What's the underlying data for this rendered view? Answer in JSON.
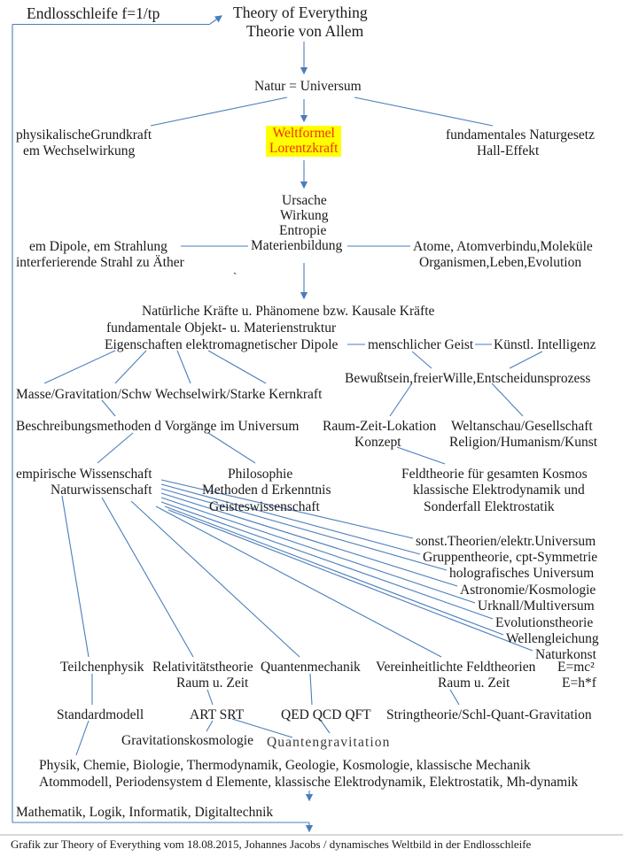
{
  "header": {
    "loop": "Endlosschleife  f=1/tp",
    "title1": "Theory of Everything",
    "title2": "Theorie von Allem"
  },
  "nodes": {
    "natur": "Natur = Universum",
    "grund1": "physikalischeGrundkraft",
    "grund2": "em Wechselwirkung",
    "weltformel1": "Weltformel",
    "weltformel2": "Lorentzkraft",
    "naturgesetz1": "fundamentales Naturgesetz",
    "naturgesetz2": "Hall-Effekt",
    "ursache": "Ursache",
    "wirkung": "Wirkung",
    "entropie": "Entropie",
    "materienbildung": "Materienbildung",
    "dipole1": "em Dipole, em Strahlung",
    "dipole2": "interferierende Strahl zu Äther",
    "atome1": "Atome, Atomverbindu,Moleküle",
    "atome2": "Organismen,Leben,Evolution",
    "stray": "`",
    "kraefte": "Natürliche Kräfte u. Phänomene bzw. Kausale Kräfte",
    "objekt": "fundamentale Objekt- u. Materienstruktur",
    "eigenschaften": "Eigenschaften elektromagnetischer Dipole",
    "geist": "menschlicher Geist",
    "ki": "Künstl. Intelligenz",
    "bewusstsein": "Bewußtsein,freierWille,Entscheidunsprozess",
    "masse": "Masse/Gravitation/Schw Wechselwirk/Starke Kernkraft",
    "beschreibung": "Beschreibungsmethoden d Vorgänge im Universum",
    "raumzeitlokation": "Raum-Zeit-Lokation",
    "weltanschau": "Weltanschau/Gesellschaft",
    "konzept": "Konzept",
    "religion": "Religion/Humanism/Kunst",
    "empirisch": "empirische Wissenschaft",
    "philosophie": "Philosophie",
    "feldtheorie": "Feldtheorie für gesamten Kosmos",
    "naturwissenschaft": "Naturwissenschaft",
    "methoden": "Methoden d Erkenntnis",
    "elektrodynamik": "klassische Elektrodynamik und",
    "geisteswissenschaft": "Geisteswissenschaft",
    "sonderfall": "Sonderfall  Elektrostatik",
    "sonst": "sonst.Theorien/elektr.Universum",
    "gruppen": "Gruppentheorie, cpt-Symmetrie",
    "holo": "holografisches Universum",
    "astro": "Astronomie/Kosmologie",
    "urknall": "Urknall/Multiversum",
    "evolution": "Evolutionstheorie",
    "welle": "Wellengleichung",
    "naturkonst": "Naturkonst",
    "teilchenphysik": "Teilchenphysik",
    "relativitaet": "Relativitätstheorie",
    "quantenmechanik": "Quantenmechanik",
    "feldtheorien": "Vereinheitlichte Feldtheorien",
    "emc2": "E=mc²",
    "raumzeit1": "Raum u. Zeit",
    "raumzeit2": "Raum u. Zeit",
    "ehf": "E=h*f",
    "standardmodell": "Standardmodell",
    "artsrt": "ART SRT",
    "qed": "QED QCD QFT",
    "stringtheorie": "Stringtheorie/Schl-Quant-Gravitation",
    "gravitationskosmologie": "Gravitationskosmologie",
    "quantengravitation": "Quantengravitation",
    "physikrow": "Physik, Chemie, Biologie, Thermodynamik, Geologie, Kosmologie, klassische Mechanik",
    "atomrow": "Atommodell, Periodensystem d Elemente, klassische Elektrodynamik, Elektrostatik, Mh-dynamik",
    "mathematik": "Mathematik, Logik, Informatik, Digitaltechnik"
  },
  "footer": {
    "caption": "Grafik zur Theory of Everything vom 18.08.2015, Johannes Jacobs / dynamisches Weltbild in der Endlosschleife"
  },
  "colors": {
    "line": "#4a7ebb",
    "highlight_bg": "#ffff00",
    "highlight_text": "#f23000",
    "text": "#1a1a1a"
  }
}
